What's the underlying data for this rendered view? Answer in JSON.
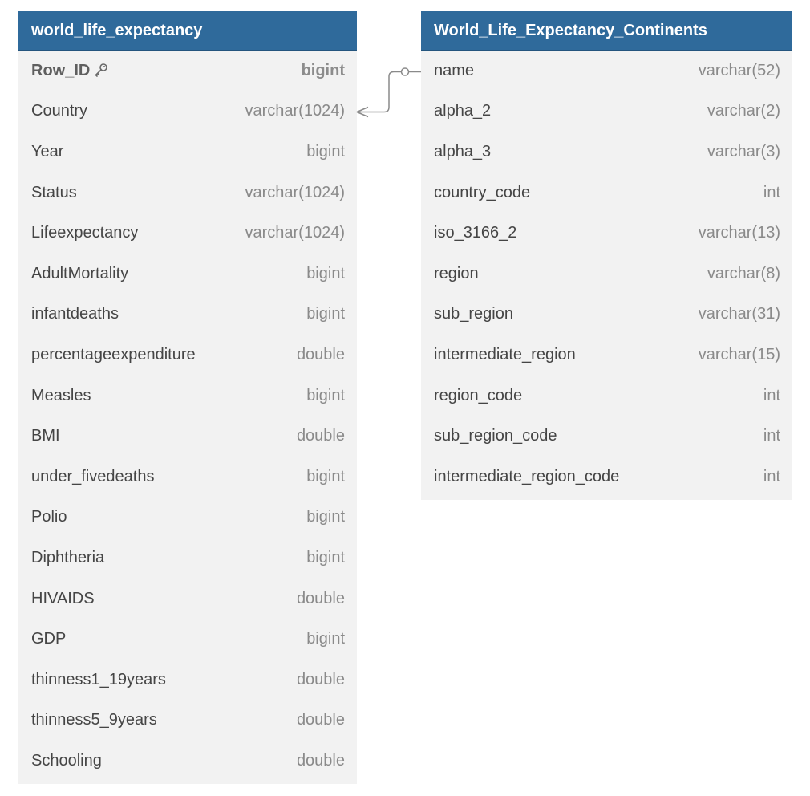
{
  "tables": [
    {
      "name": "world_life_expectancy",
      "columns": [
        {
          "name": "Row_ID",
          "type": "bigint",
          "pk": true
        },
        {
          "name": "Country",
          "type": "varchar(1024)"
        },
        {
          "name": "Year",
          "type": "bigint"
        },
        {
          "name": "Status",
          "type": "varchar(1024)"
        },
        {
          "name": "Lifeexpectancy",
          "type": "varchar(1024)"
        },
        {
          "name": "AdultMortality",
          "type": "bigint"
        },
        {
          "name": "infantdeaths",
          "type": "bigint"
        },
        {
          "name": "percentageexpenditure",
          "type": "double"
        },
        {
          "name": "Measles",
          "type": "bigint"
        },
        {
          "name": "BMI",
          "type": "double"
        },
        {
          "name": "under_fivedeaths",
          "type": "bigint"
        },
        {
          "name": "Polio",
          "type": "bigint"
        },
        {
          "name": "Diphtheria",
          "type": "bigint"
        },
        {
          "name": "HIVAIDS",
          "type": "double"
        },
        {
          "name": "GDP",
          "type": "bigint"
        },
        {
          "name": "thinness1_19years",
          "type": "double"
        },
        {
          "name": "thinness5_9years",
          "type": "double"
        },
        {
          "name": "Schooling",
          "type": "double"
        }
      ]
    },
    {
      "name": "World_Life_Expectancy_Continents",
      "columns": [
        {
          "name": "name",
          "type": "varchar(52)"
        },
        {
          "name": "alpha_2",
          "type": "varchar(2)"
        },
        {
          "name": "alpha_3",
          "type": "varchar(3)"
        },
        {
          "name": "country_code",
          "type": "int"
        },
        {
          "name": "iso_3166_2",
          "type": "varchar(13)"
        },
        {
          "name": "region",
          "type": "varchar(8)"
        },
        {
          "name": "sub_region",
          "type": "varchar(31)"
        },
        {
          "name": "intermediate_region",
          "type": "varchar(15)"
        },
        {
          "name": "region_code",
          "type": "int"
        },
        {
          "name": "sub_region_code",
          "type": "int"
        },
        {
          "name": "intermediate_region_code",
          "type": "int"
        }
      ]
    }
  ],
  "relationship": {
    "from": "world_life_expectancy.Country",
    "from_cardinality": "many",
    "to": "World_Life_Expectancy_Continents.name",
    "to_cardinality": "one"
  },
  "colors": {
    "header": "#2f6a9b",
    "table_body": "#f2f2f2",
    "connector": "#8a8a8a"
  },
  "icons": {
    "primary_key": "key-icon"
  }
}
